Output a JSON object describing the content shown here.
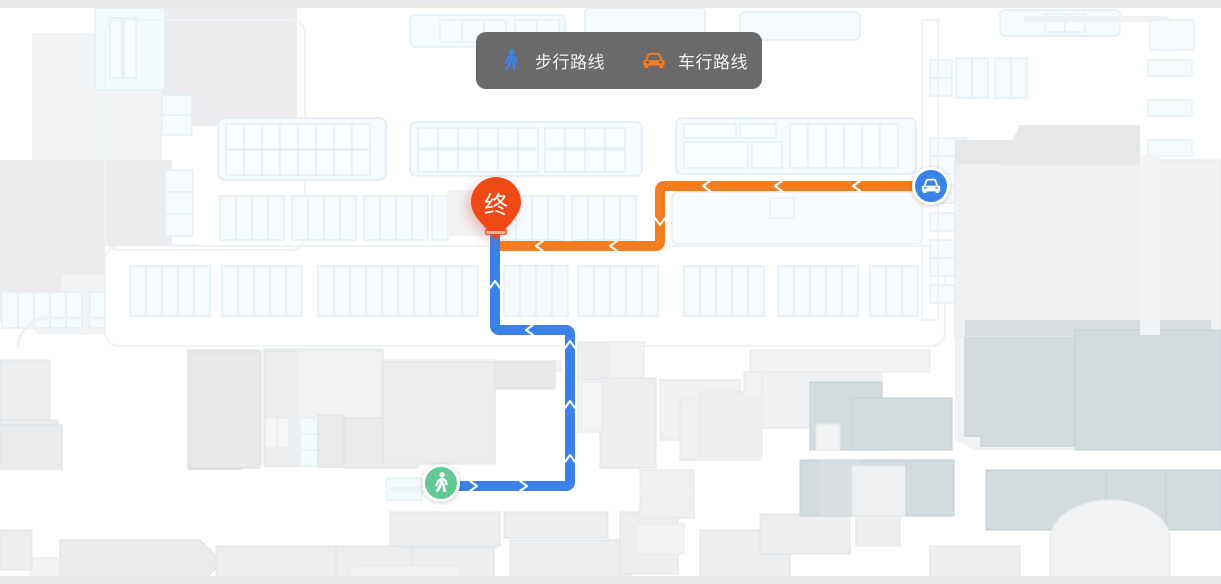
{
  "legend": {
    "items": [
      {
        "icon": "pedestrian-icon",
        "label": "步行路线",
        "color": "#3b82e8"
      },
      {
        "icon": "car-icon",
        "label": "车行路线",
        "color": "#f57c1f"
      }
    ],
    "background": "#555555"
  },
  "map": {
    "background": "#ffffff",
    "frame_color": "#e7e7e7",
    "parking_stall_fill": "#f4fafd",
    "parking_stall_stroke": "#e0ecf3",
    "building_light_fill": "#f2f3f4",
    "building_mid_fill": "#e6e8ea",
    "building_dark_fill": "#d2dade",
    "building_stroke": "#dfe3e6"
  },
  "routes": {
    "walking": {
      "name": "步行路线",
      "color": "#3b82e8",
      "width": 9,
      "arrow_color": "#ffffff",
      "start_marker": "pedestrian-marker",
      "end_marker": "destination-pin"
    },
    "driving": {
      "name": "车行路线",
      "color": "#f57c1f",
      "width": 9,
      "arrow_color": "#ffffff",
      "start_marker": "car-marker",
      "end_marker": "destination-pin"
    }
  },
  "markers": {
    "destination": {
      "label": "终",
      "color": "#f04813",
      "name": "destination-pin"
    },
    "car": {
      "icon": "car-icon",
      "color": "#3b82e8",
      "name": "car-start-marker"
    },
    "walk": {
      "icon": "pedestrian-icon",
      "color": "#62c894",
      "name": "walking-start-marker"
    }
  }
}
